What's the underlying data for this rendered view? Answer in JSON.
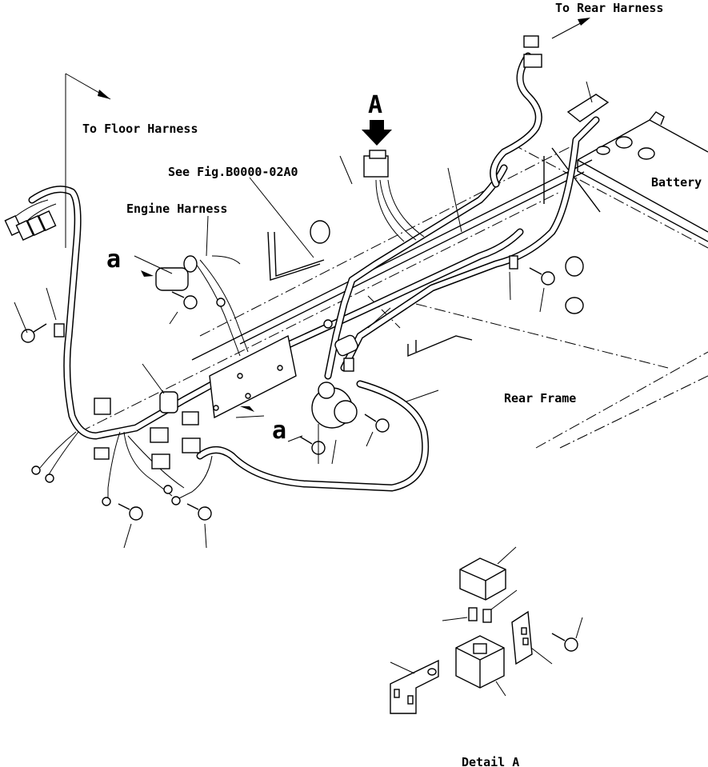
{
  "labels": {
    "to_rear_harness": "To Rear Harness",
    "to_floor_harness": "To Floor Harness",
    "see_fig": "See Fig.B0000-02A0",
    "engine_harness": "Engine Harness",
    "battery": "Battery",
    "rear_frame": "Rear Frame",
    "view_a": "A",
    "ref_a_left": "a",
    "ref_a_center": "a",
    "detail_a": "Detail A"
  }
}
